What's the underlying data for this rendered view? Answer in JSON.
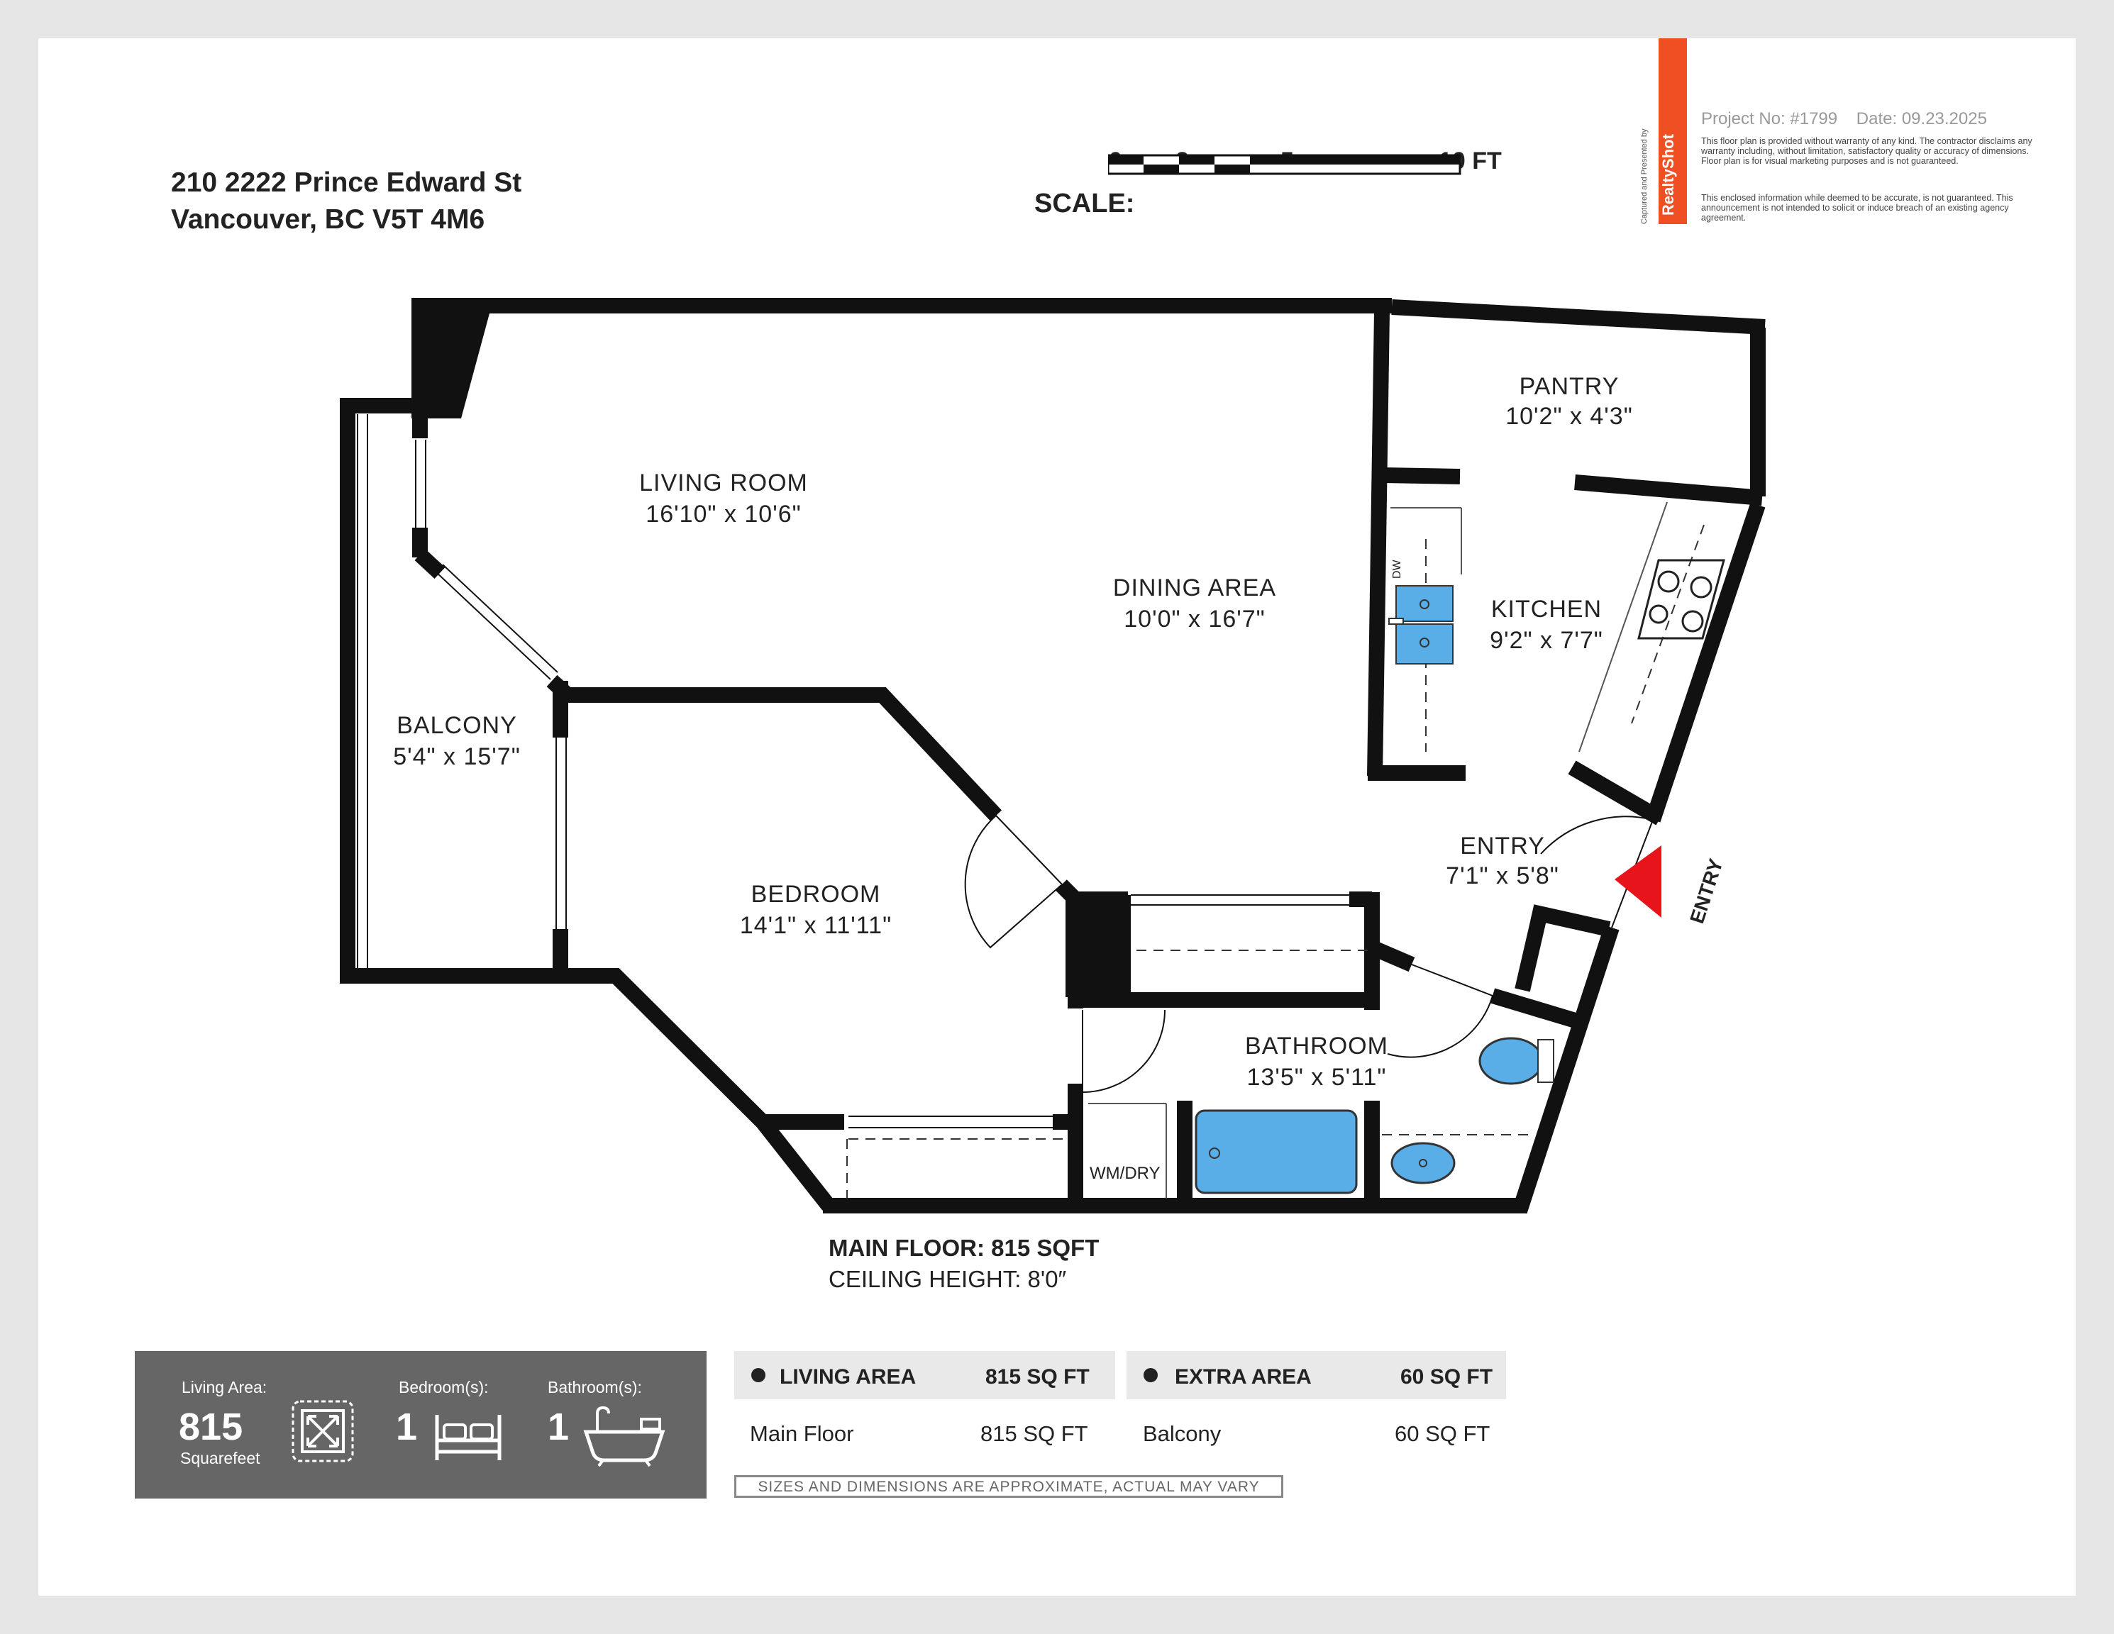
{
  "address": {
    "line1": "210 2222 Prince Edward St",
    "line2": "Vancouver, BC V5T 4M6"
  },
  "scale": {
    "label": "SCALE:",
    "ticks": [
      "0",
      "2",
      "5",
      "10 FT"
    ]
  },
  "branding": {
    "logo": "RealtyShot",
    "captured": "Captured and Presented by",
    "project_no": "Project No: #1799",
    "date": "Date: 09.23.2025",
    "disclaimer1": "This floor plan is provided without warranty of any kind. The contractor disclaims any warranty including, without limitation, satisfactory quality or accuracy of dimensions. Floor plan is for visual marketing purposes and is not guaranteed.",
    "disclaimer2": "This enclosed information while deemed to be accurate, is not guaranteed. This announcement is not intended to solicit or induce breach of an existing agency agreement."
  },
  "rooms": [
    {
      "name": "LIVING ROOM",
      "dims": "16'10\" x 10'6\""
    },
    {
      "name": "DINING AREA",
      "dims": "10'0\" x 16'7\""
    },
    {
      "name": "PANTRY",
      "dims": "10'2\" x 4'3\""
    },
    {
      "name": "KITCHEN",
      "dims": "9'2\" x 7'7\""
    },
    {
      "name": "BALCONY",
      "dims": "5'4\" x 15'7\""
    },
    {
      "name": "BEDROOM",
      "dims": "14'1\" x 11'11\""
    },
    {
      "name": "ENTRY",
      "dims": "7'1\" x 5'8\""
    },
    {
      "name": "BATHROOM",
      "dims": "13'5\" x 5'11\""
    }
  ],
  "fixtures": {
    "dw": "DW",
    "wmdry": "WM/DRY",
    "entry_marker": "ENTRY"
  },
  "floor": {
    "title": "MAIN FLOOR: 815 SQFT",
    "ceiling": "CEILING HEIGHT: 8'0″"
  },
  "stats": {
    "living_label": "Living Area:",
    "living_value": "815",
    "living_unit": "Squarefeet",
    "bedroom_label": "Bedroom(s):",
    "bedroom_value": "1",
    "bathroom_label": "Bathroom(s):",
    "bathroom_value": "1"
  },
  "living_table": {
    "header": "LIVING AREA",
    "total": "815 SQ FT",
    "row_label": "Main Floor",
    "row_value": "815 SQ FT"
  },
  "extra_table": {
    "header": "EXTRA AREA",
    "total": "60 SQ FT",
    "row_label": "Balcony",
    "row_value": "60 SQ FT"
  },
  "note": "SIZES AND DIMENSIONS ARE APPROXIMATE, ACTUAL MAY VARY",
  "colors": {
    "wall": "#111111",
    "accent": "#f04e23",
    "entry_arrow": "#e8141b",
    "fixture_blue": "#5aaee8",
    "stats_bg": "#666666"
  }
}
